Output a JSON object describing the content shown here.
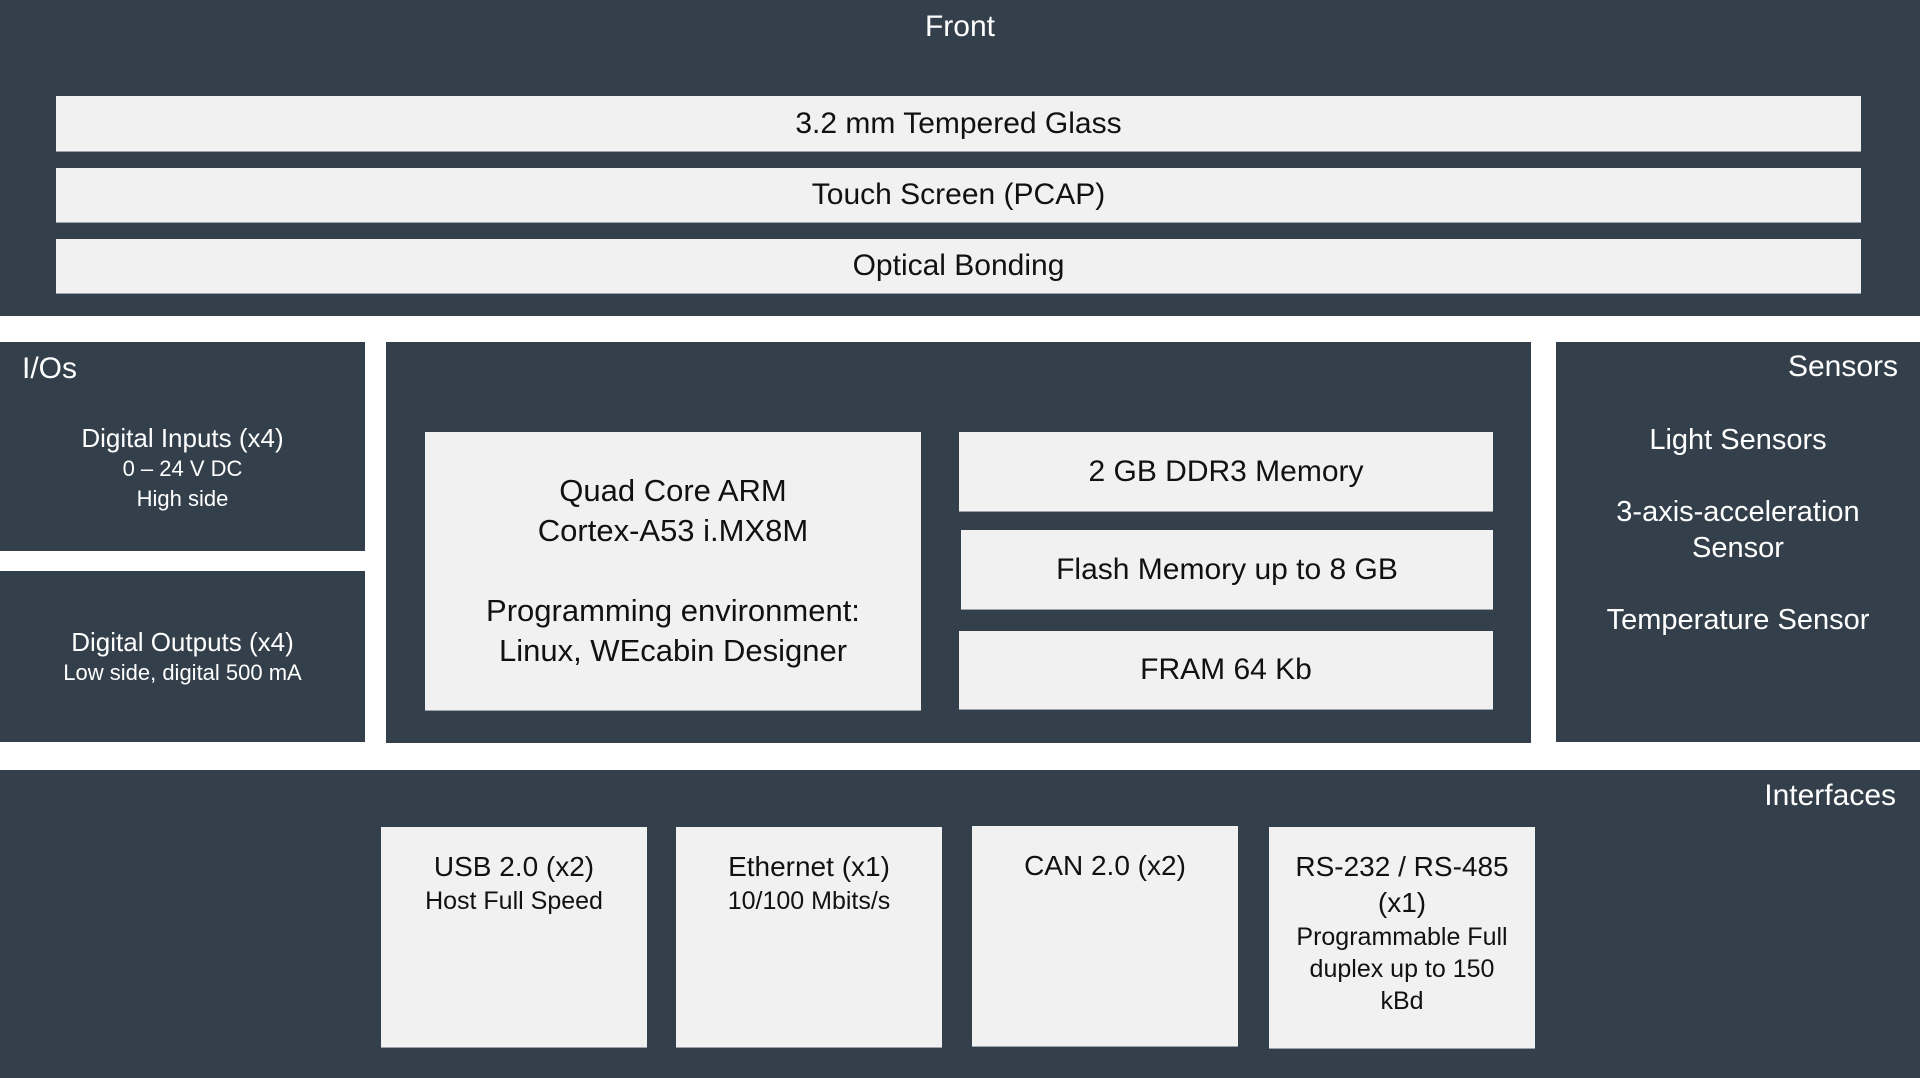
{
  "colors": {
    "dark": "#333f4a",
    "light": "#f1f1f1",
    "gap": "#ffffff"
  },
  "front": {
    "title": "Front",
    "layers": [
      "3.2 mm Tempered Glass",
      "Touch Screen (PCAP)",
      "Optical Bonding"
    ]
  },
  "ios": {
    "title": "I/Os",
    "inputs": {
      "label": "Digital Inputs (x4)",
      "line1": "0 – 24 V DC",
      "line2": "High side"
    },
    "outputs": {
      "label": "Digital Outputs (x4)",
      "line1": "Low side, digital 500 mA"
    }
  },
  "core": {
    "cpu": {
      "line1": "Quad Core ARM",
      "line2": "Cortex-A53 i.MX8M",
      "line3": "Programming environment:",
      "line4": "Linux, WEcabin Designer"
    },
    "memory": [
      "2 GB DDR3 Memory",
      "Flash Memory up to 8 GB",
      "FRAM 64 Kb"
    ]
  },
  "sensors": {
    "title": "Sensors",
    "items": [
      "Light Sensors",
      "3-axis-acceleration Sensor",
      "Temperature Sensor"
    ]
  },
  "interfaces": {
    "title": "Interfaces",
    "items": [
      {
        "label": "USB 2.0 (x2)",
        "detail": "Host Full Speed"
      },
      {
        "label": "Ethernet (x1)",
        "detail": "10/100 Mbits/s"
      },
      {
        "label": "CAN 2.0 (x2)",
        "detail": ""
      },
      {
        "label": "RS-232 / RS-485 (x1)",
        "detail": "Programmable Full duplex up to 150 kBd"
      }
    ]
  }
}
